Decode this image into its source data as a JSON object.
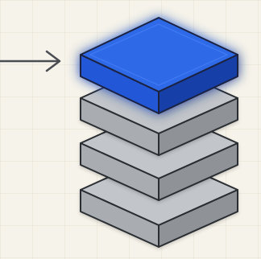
{
  "diagram": {
    "description_visible_text": "",
    "stack": {
      "layer_count": 4,
      "highlighted_layer_index": 0
    },
    "arrow": {
      "direction": "right"
    },
    "colors": {
      "background": "#f6f3ea",
      "grid": "#e8e3d6",
      "highlight_top": "#2f6be8",
      "highlight_left": "#1f4fcf",
      "highlight_right": "#153ea6",
      "glow": "#4f86ff",
      "gray_top": "#bfc2c6",
      "gray_left": "#a9adb2",
      "gray_right": "#8f9398",
      "outline": "#2a2d33",
      "arrow": "#4a4d52"
    }
  }
}
